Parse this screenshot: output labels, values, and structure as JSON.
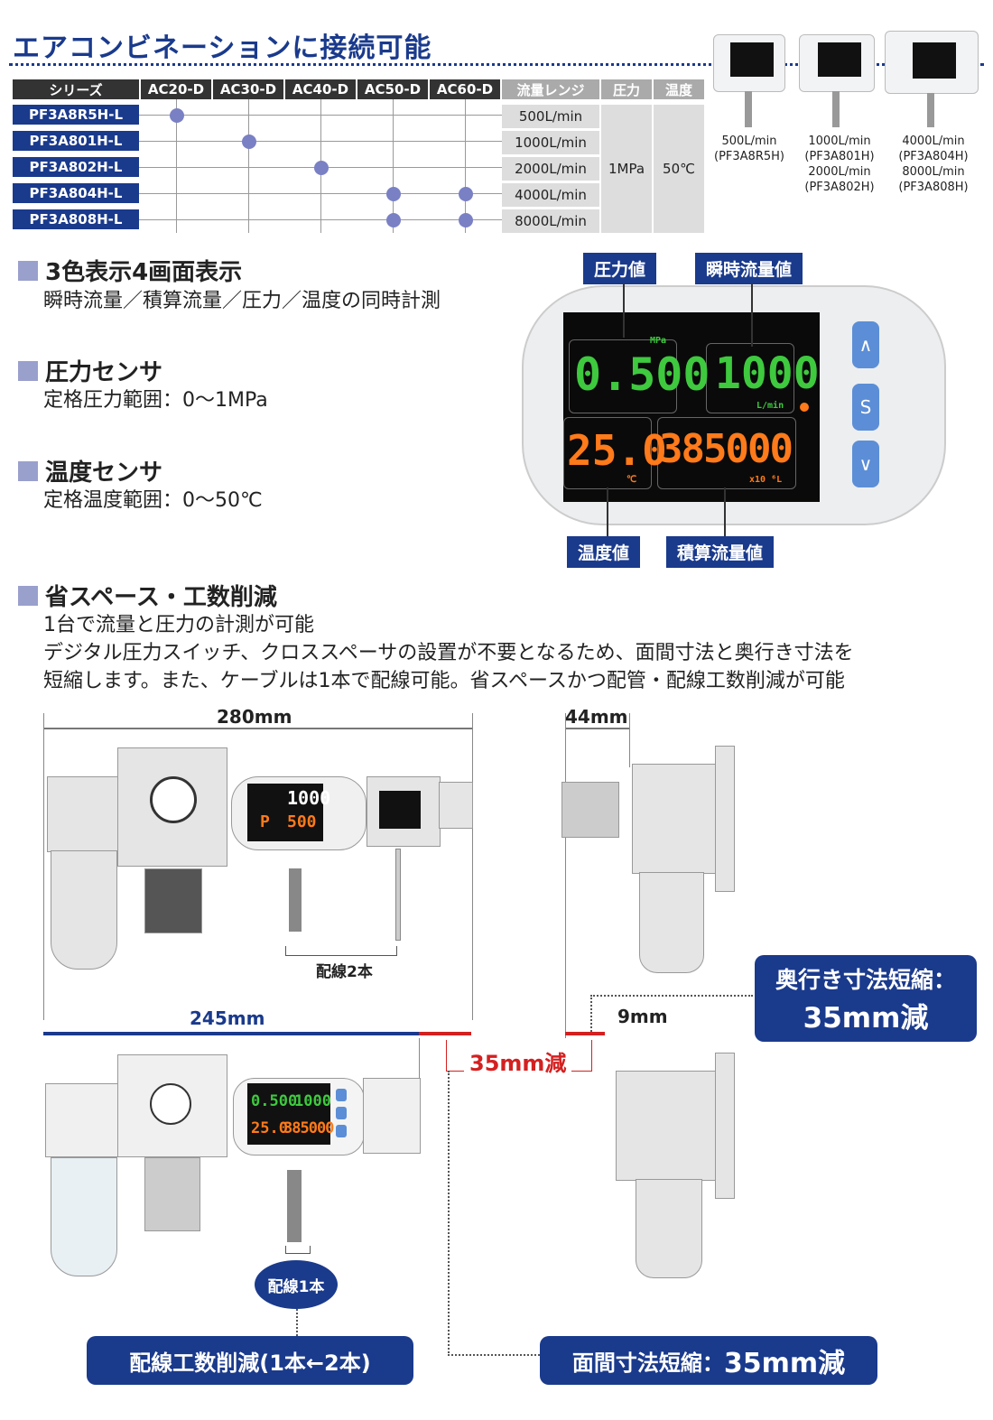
{
  "title": "エアコンビネーションに接続可能",
  "table": {
    "header_series": "シリーズ",
    "header_models": [
      "AC20-D",
      "AC30-D",
      "AC40-D",
      "AC50-D",
      "AC60-D"
    ],
    "header_flow": "流量レンジ",
    "header_pressure": "圧力",
    "header_temp": "温度",
    "rows": [
      {
        "model": "PF3A8R5H-L",
        "flow": "500L/min"
      },
      {
        "model": "PF3A801H-L",
        "flow": "1000L/min"
      },
      {
        "model": "PF3A802H-L",
        "flow": "2000L/min"
      },
      {
        "model": "PF3A804H-L",
        "flow": "4000L/min"
      },
      {
        "model": "PF3A808H-L",
        "flow": "8000L/min"
      }
    ],
    "pressure_value": "1MPa",
    "temp_value": "50℃"
  },
  "products": [
    {
      "l1": "500L/min",
      "l2": "(PF3A8R5H)",
      "l3": "",
      "l4": ""
    },
    {
      "l1": "1000L/min",
      "l2": "(PF3A801H)",
      "l3": "2000L/min",
      "l4": "(PF3A802H)"
    },
    {
      "l1": "4000L/min",
      "l2": "(PF3A804H)",
      "l3": "8000L/min",
      "l4": "(PF3A808H)"
    }
  ],
  "features": [
    {
      "heading": "3色表示4画面表示",
      "text": "瞬時流量／積算流量／圧力／温度の同時計測"
    },
    {
      "heading": "圧力センサ",
      "text": "定格圧力範囲：0～1MPa"
    },
    {
      "heading": "温度センサ",
      "text": "定格温度範囲：0～50℃"
    },
    {
      "heading": "省スペース・工数削減",
      "text": "1台で流量と圧力の計測が可能"
    }
  ],
  "feature4_lines": [
    "デジタル圧力スイッチ、クロススペーサの設置が不要となるため、面間寸法と奥行き寸法を",
    "短縮します。また、ケーブルは1本で配線可能。省スペースかつ配管・配線工数削減が可能"
  ],
  "display": {
    "tag_pressure": "圧力値",
    "tag_flow": "瞬時流量値",
    "tag_temp": "温度値",
    "tag_accum": "積算流量値",
    "val_pressure": "0.500",
    "unit_pressure": "MPa",
    "val_flow": "1000",
    "unit_flow": "L/min",
    "val_temp": "25.0",
    "unit_temp": "℃",
    "val_accum": "385000",
    "unit_accum": "x10 ⁶L",
    "btn_up": "∧",
    "btn_s": "S",
    "btn_down": "∨"
  },
  "diagram": {
    "dim_280": "280mm",
    "dim_44": "44mm",
    "dim_245": "245mm",
    "dim_9": "9mm",
    "reduction": "35mm減",
    "wiring2": "配線2本",
    "wiring1": "配線1本",
    "old_display_top": "1000",
    "old_display_p": "P",
    "old_display_bottom": "500",
    "new_display_a": "0.500",
    "new_display_b": "1000",
    "new_display_c": "25.0",
    "new_display_d": "385000",
    "depth_box_l1": "奥行き寸法短縮：",
    "depth_box_l2": "35mm減",
    "bottom_left": "配線工数削減(1本←2本)",
    "bottom_right_a": "面間寸法短縮：",
    "bottom_right_b": "35mm減"
  },
  "colors": {
    "navy": "#1a3a8c",
    "dot": "#7a80c4",
    "red": "#d42020",
    "green_seg": "#3ec93e",
    "orange_seg": "#ff7a1a"
  }
}
